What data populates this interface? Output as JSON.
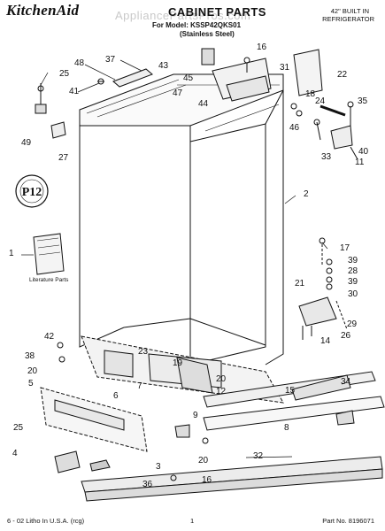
{
  "header": {
    "brand": "KitchenAid",
    "title": "CABINET PARTS",
    "model_line": "For Model: KSSP42QKS01",
    "finish_line": "(Stainless Steel)",
    "right_line1": "42\" BUILT IN",
    "right_line2": "REFRIGERATOR",
    "watermark": "AppliancePartsPros.com"
  },
  "stamp_text": "P12",
  "literature_label": "Literature Parts",
  "part_numbers": {
    "p1": "1",
    "p2": "2",
    "p3": "3",
    "p4": "4",
    "p5": "5",
    "p6": "6",
    "p7": "7",
    "p8": "8",
    "p9": "9",
    "p11": "11",
    "p12": "12",
    "p14": "14",
    "p15": "15",
    "p16a": "16",
    "p16b": "16",
    "p17": "17",
    "p18": "18",
    "p19": "19",
    "p20a": "20",
    "p20b": "20",
    "p20c": "20",
    "p21": "21",
    "p22": "22",
    "p23": "23",
    "p24": "24",
    "p25a": "25",
    "p25b": "25",
    "p26": "26",
    "p27": "27",
    "p28": "28",
    "p29": "29",
    "p30": "30",
    "p31": "31",
    "p32": "32",
    "p33": "33",
    "p34": "34",
    "p35": "35",
    "p36": "36",
    "p37": "37",
    "p38": "38",
    "p39a": "39",
    "p39b": "39",
    "p40": "40",
    "p41": "41",
    "p42": "42",
    "p43": "43",
    "p44": "44",
    "p45": "45",
    "p46": "46",
    "p47": "47",
    "p48": "48",
    "p49": "49"
  },
  "footer": {
    "left": "6 - 02 Litho In U.S.A. (rcg)",
    "center": "1",
    "right": "Part No. 8196071"
  }
}
